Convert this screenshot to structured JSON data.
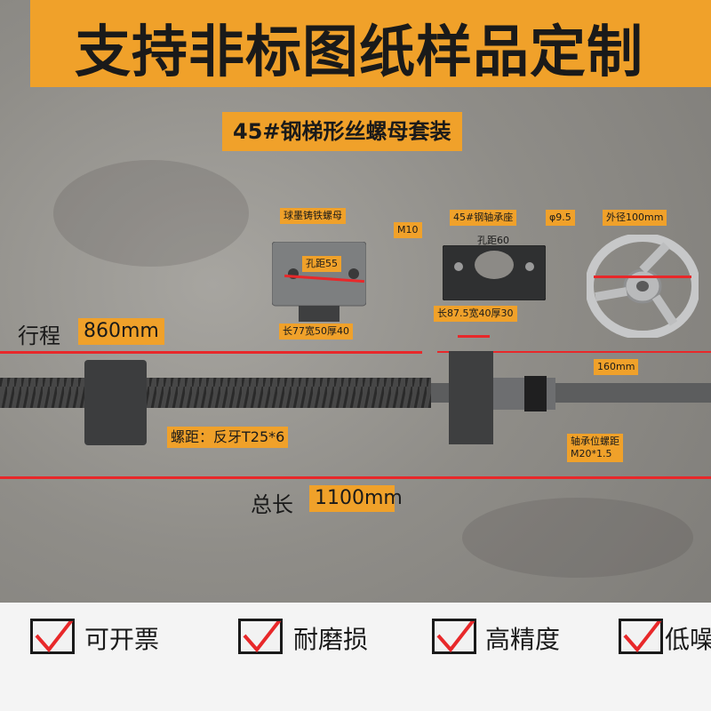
{
  "banner": {
    "text": "支持非标图纸样品定制"
  },
  "subtitle": "45#钢梯形丝螺母套装",
  "nut": {
    "title": "球墨铸铁螺母",
    "hole": "孔距55",
    "thread": "M10",
    "size": "长77宽50厚40"
  },
  "bearing_seat": {
    "title": "45#钢轴承座",
    "hole": "孔距60",
    "dia": "φ9.5",
    "size": "长87.5宽40厚30"
  },
  "handwheel": {
    "title": "外径100mm"
  },
  "travel": {
    "label": "行程",
    "value": "860mm"
  },
  "pitch": "螺距：反牙T25*6",
  "shaft_end": "160mm",
  "bearing_thread": {
    "line1": "轴承位螺距",
    "line2": "M20*1.5"
  },
  "total": {
    "label": "总长",
    "value": "1100mm"
  },
  "features": [
    {
      "label": "可开票"
    },
    {
      "label": "耐磨损"
    },
    {
      "label": "高精度"
    },
    {
      "label": "低噪"
    }
  ],
  "colors": {
    "accent": "#f0a12a",
    "mark": "#e8282a",
    "steel": "#4a4a4a"
  }
}
